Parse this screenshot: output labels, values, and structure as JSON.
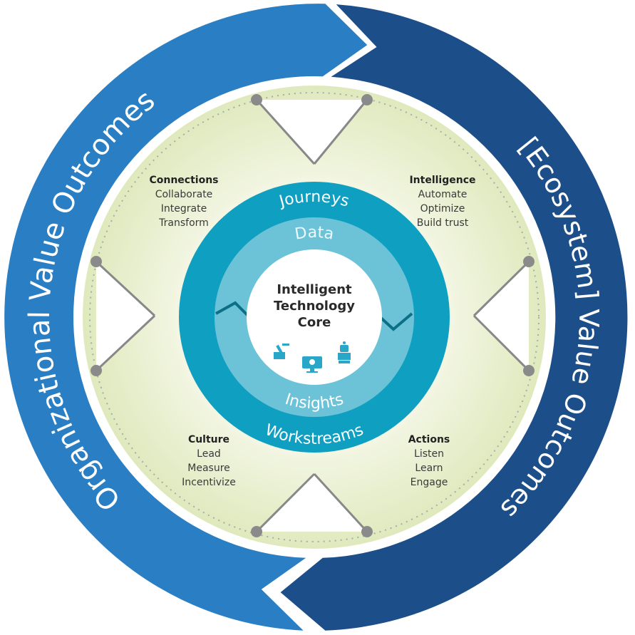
{
  "outer_ring": {
    "left_arrow": {
      "label": "Organizational  Value  Outcomes",
      "color": "#2a7fc4"
    },
    "right_arrow": {
      "label": "[Ecosystem] Value Outcomes",
      "color": "#1c4f8a"
    }
  },
  "quadrants": [
    {
      "title": "Connections",
      "items": [
        "Collaborate",
        "Integrate",
        "Transform"
      ]
    },
    {
      "title": "Intelligence",
      "items": [
        "Automate",
        "Optimize",
        "Build trust"
      ]
    },
    {
      "title": "Culture",
      "items": [
        "Lead",
        "Measure",
        "Incentivize"
      ]
    },
    {
      "title": "Actions",
      "items": [
        "Listen",
        "Learn",
        "Engage"
      ]
    }
  ],
  "inner_rings": {
    "outer_top": "Journeys",
    "outer_bottom": "Workstreams",
    "middle_top": "Data",
    "middle_bottom": "Insights",
    "colors": {
      "outer": "#0f9fc0",
      "middle": "#6cc3d8",
      "background": "#e9f0cf"
    }
  },
  "core": {
    "lines": [
      "Intelligent",
      "Technology",
      "Core"
    ],
    "icons": [
      "robot-arm-icon",
      "monitor-analytics-icon",
      "robot-icon"
    ]
  }
}
